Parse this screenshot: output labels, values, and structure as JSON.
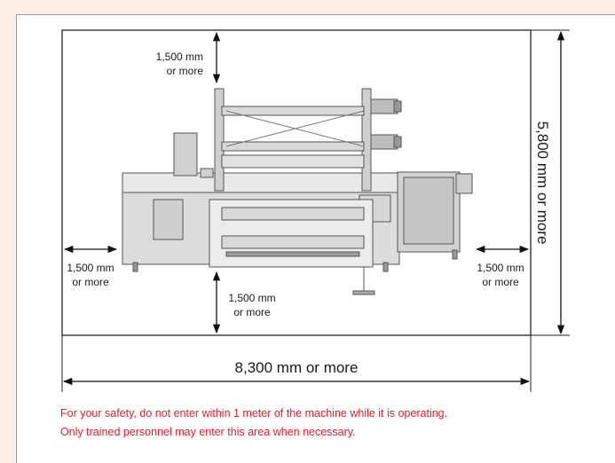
{
  "diagram": {
    "top_clearance": [
      "1,500 mm",
      "or more"
    ],
    "left_clearance": [
      "1,500 mm",
      "or more"
    ],
    "right_clearance": [
      "1,500 mm",
      "or more"
    ],
    "bottom_clearance": [
      "1,500 mm",
      "or more"
    ],
    "total_width": "8,300 mm or more",
    "total_height": "5,800 mm or more"
  },
  "notes": {
    "line1": "For your safety, do not enter within 1 meter of the machine while it is operating.",
    "line2": "Only trained personnel may enter this area when necessary."
  },
  "colors": {
    "note_text": "#e0202a",
    "background_tint": "#fdf0e6"
  }
}
